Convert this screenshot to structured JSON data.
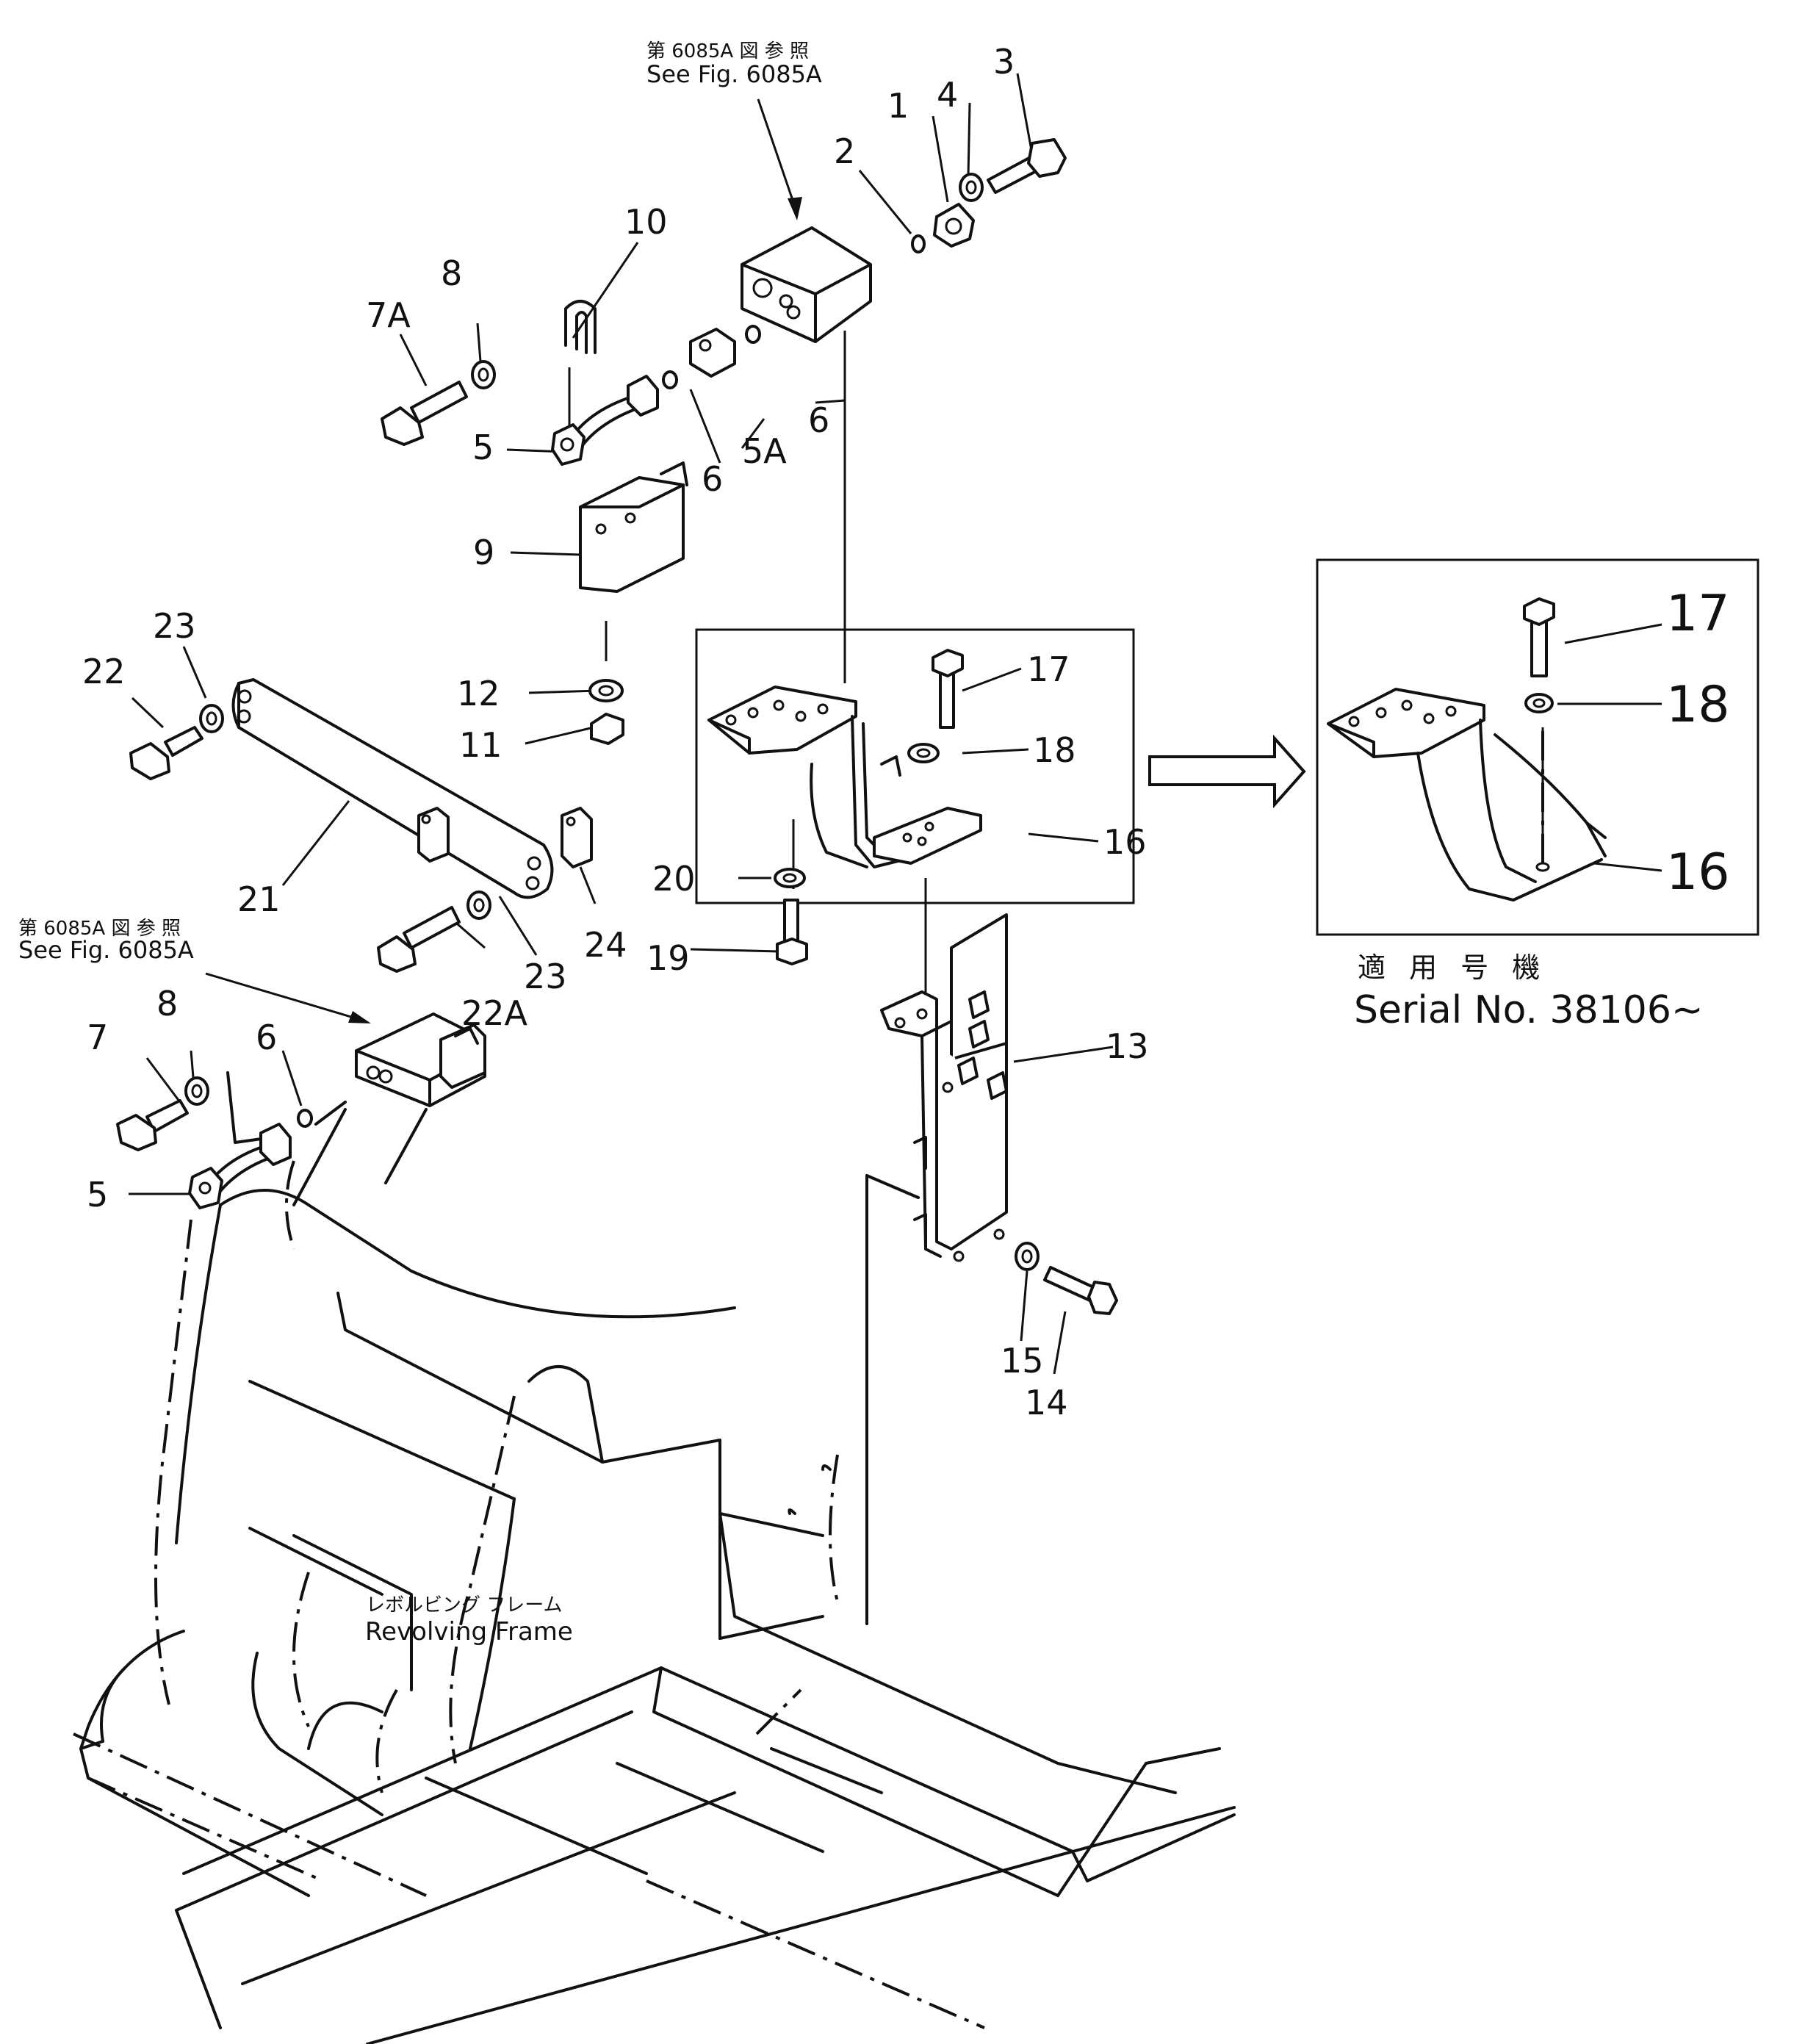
{
  "figure_refs": {
    "top": {
      "jp": "第 6085A 図 参 照",
      "en": "See Fig. 6085A"
    },
    "left": {
      "jp": "第 6085A 図 参 照",
      "en": "See Fig. 6085A"
    }
  },
  "frame_label": {
    "jp": "レボルビング フレーム",
    "en": "Revolving Frame"
  },
  "serial": {
    "jp": "適 用 号 機",
    "en": "Serial No. 38106~"
  },
  "part_numbers": [
    "1",
    "2",
    "3",
    "4",
    "5",
    "5A",
    "6",
    "6",
    "7A",
    "8",
    "9",
    "10",
    "12",
    "11",
    "21",
    "22",
    "23",
    "24",
    "20",
    "19",
    "17",
    "18",
    "16",
    "22A",
    "23",
    "6",
    "8",
    "7",
    "5",
    "13",
    "15",
    "14"
  ],
  "inset_part_numbers": [
    "17",
    "18",
    "16"
  ]
}
